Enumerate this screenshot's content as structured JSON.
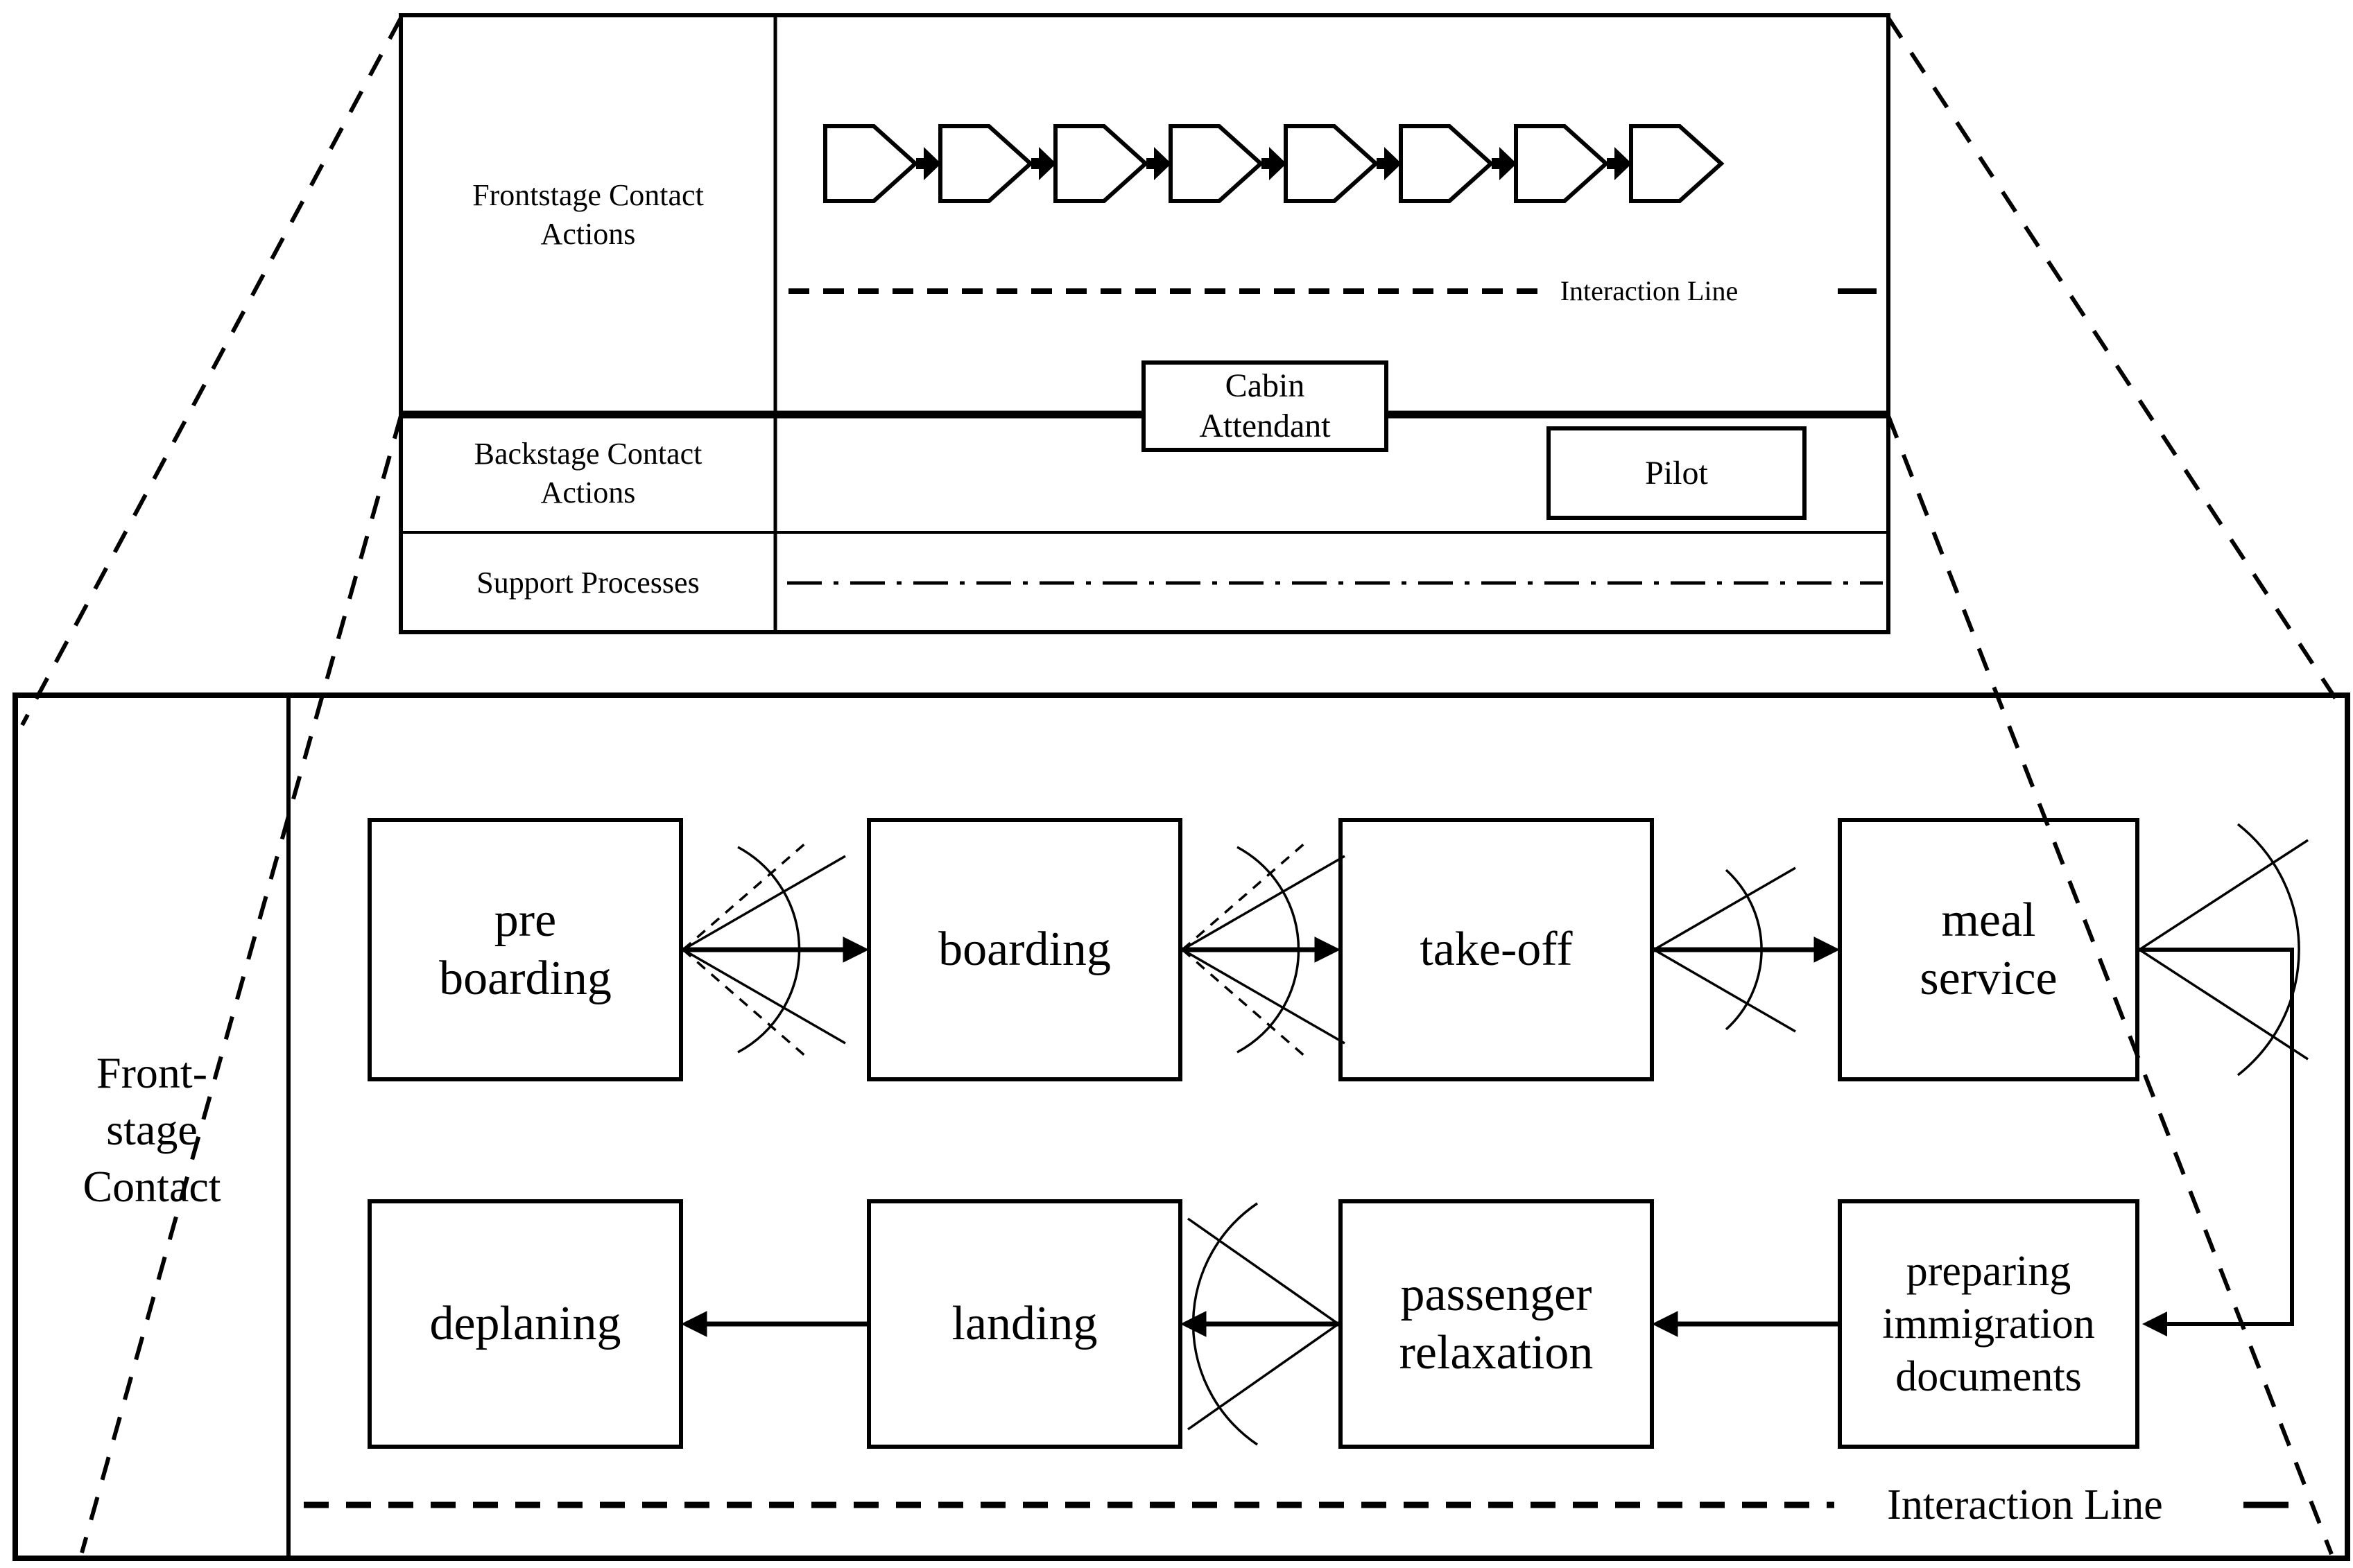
{
  "colors": {
    "ink": "#000000",
    "background": "#ffffff"
  },
  "mini_blueprint": {
    "frontstage_label": "Frontstage Contact\nActions",
    "backstage_label": "Backstage Contact\nActions",
    "support_label": "Support Processes",
    "interaction_line_label": "Interaction Line",
    "cabin_attendant_label": "Cabin\nAttendant",
    "pilot_label": "Pilot",
    "chevron_count": 8
  },
  "detail_view": {
    "stage_label": "Front-\nstage\nContact",
    "interaction_line_label": "Interaction Line",
    "steps_row1": [
      "pre\nboarding",
      "boarding",
      "take-off",
      "meal\nservice"
    ],
    "steps_row2": [
      "deplaning",
      "landing",
      "passenger\nrelaxation",
      "preparing\nimmigration\ndocuments"
    ]
  }
}
